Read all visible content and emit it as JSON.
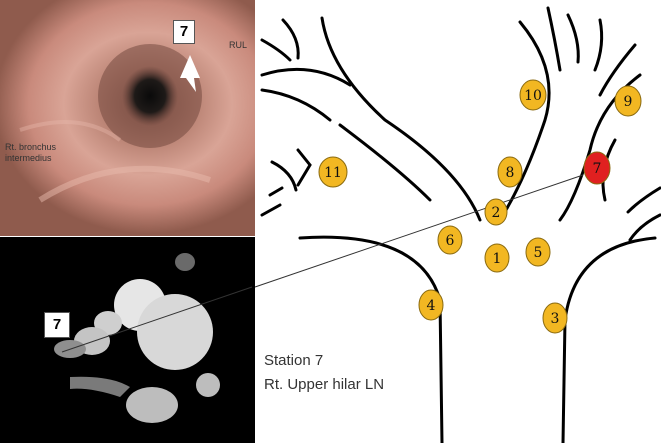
{
  "endoscopy": {
    "station_tag": "7",
    "rul_label": "RUL",
    "bronchus_label_line1": "Rt. bronchus",
    "bronchus_label_line2": "intermedius"
  },
  "ct": {
    "station_tag": "7"
  },
  "caption": {
    "line1": "Station 7",
    "line2": "Rt. Upper hilar LN"
  },
  "lymph_nodes": [
    {
      "label": "1",
      "highlighted": false
    },
    {
      "label": "2",
      "highlighted": false
    },
    {
      "label": "3",
      "highlighted": false
    },
    {
      "label": "4",
      "highlighted": false
    },
    {
      "label": "5",
      "highlighted": false
    },
    {
      "label": "6",
      "highlighted": false
    },
    {
      "label": "7",
      "highlighted": true
    },
    {
      "label": "8",
      "highlighted": false
    },
    {
      "label": "9",
      "highlighted": false
    },
    {
      "label": "10",
      "highlighted": false
    },
    {
      "label": "11",
      "highlighted": false
    }
  ],
  "colors": {
    "node_fill": "#f2b722",
    "node_highlight": "#e02020",
    "node_stroke": "#8a6a10",
    "airway_stroke": "#000000"
  }
}
